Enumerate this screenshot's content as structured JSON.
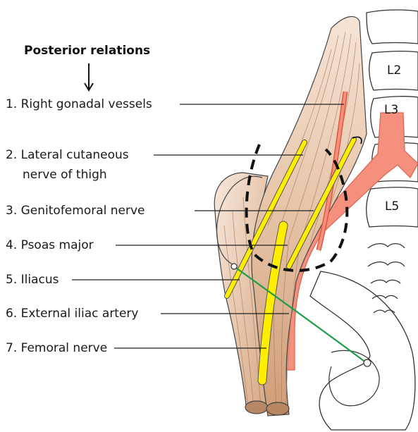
{
  "heading": "Posterior relations",
  "labels": [
    {
      "line1": "1. Right gonadal vessels"
    },
    {
      "line1": "2. Lateral cutaneous",
      "line2": "nerve of thigh"
    },
    {
      "line1": "3. Genitofemoral nerve"
    },
    {
      "line1": "4. Psoas major"
    },
    {
      "line1": "5. Iliacus"
    },
    {
      "line1": "6. External iliac artery"
    },
    {
      "line1": "7. Femoral nerve"
    }
  ],
  "vertebrae": {
    "l2": "L2",
    "l3": "L3",
    "l5": "L5"
  },
  "colors": {
    "muscle": "#dcae8a",
    "muscle_light": "#f3dccb",
    "nerve": "#ffee00",
    "artery": "#f28a76",
    "green_line": "#1f9e4a",
    "leader": "#222222"
  }
}
